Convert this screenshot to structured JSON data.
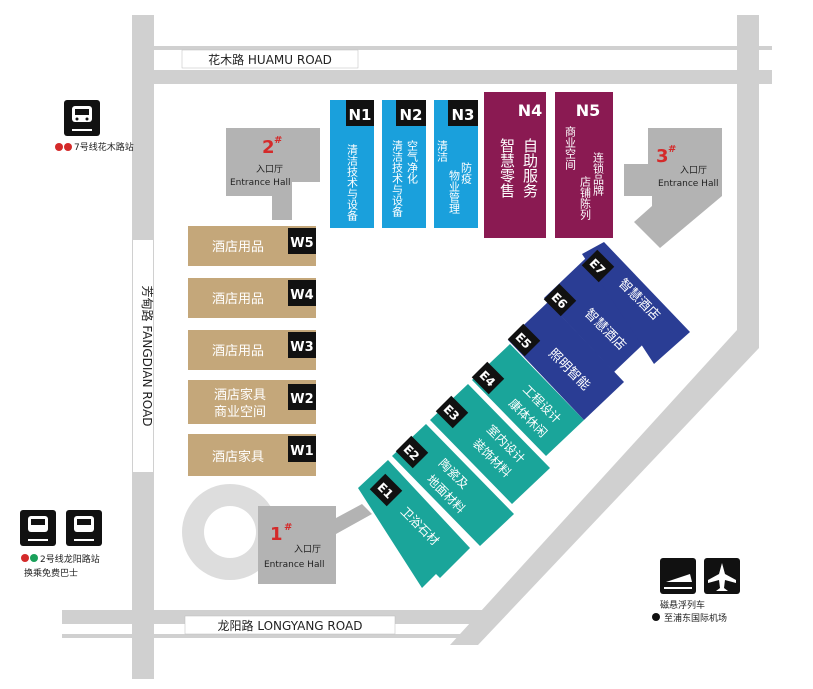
{
  "roads": {
    "north": "花木路  HUAMU ROAD",
    "south": "龙阳路  LONGYANG ROAD",
    "west": "芳甸路  FANGDIAN ROAD"
  },
  "entrances": [
    {
      "id": "1",
      "sup": "#",
      "cn": "入口厅",
      "en": "Entrance Hall"
    },
    {
      "id": "2",
      "sup": "#",
      "cn": "入口厅",
      "en": "Entrance Hall"
    },
    {
      "id": "3",
      "sup": "#",
      "cn": "入口厅",
      "en": "Entrance Hall"
    }
  ],
  "halls_north": [
    {
      "code": "N1",
      "lines": [
        "清洁技术与设备"
      ]
    },
    {
      "code": "N2",
      "lines": [
        "空气净化",
        "清洁技术与设备"
      ]
    },
    {
      "code": "N3",
      "lines": [
        "防疫",
        "物业管理",
        "清洁"
      ]
    },
    {
      "code": "N4",
      "lines": [
        "自助服务",
        "智慧零售"
      ]
    },
    {
      "code": "N5",
      "lines": [
        "连锁品牌",
        "店铺陈列",
        "商业空间"
      ]
    }
  ],
  "halls_west": [
    {
      "code": "W5",
      "lines": [
        "酒店用品"
      ]
    },
    {
      "code": "W4",
      "lines": [
        "酒店用品"
      ]
    },
    {
      "code": "W3",
      "lines": [
        "酒店用品"
      ]
    },
    {
      "code": "W2",
      "lines": [
        "酒店家具",
        "商业空间"
      ]
    },
    {
      "code": "W1",
      "lines": [
        "酒店家具"
      ]
    }
  ],
  "halls_east": [
    {
      "code": "E1",
      "lines": [
        "卫浴石材"
      ]
    },
    {
      "code": "E2",
      "lines": [
        "陶瓷及",
        "地面材料"
      ]
    },
    {
      "code": "E3",
      "lines": [
        "室内设计",
        "装饰材料"
      ]
    },
    {
      "code": "E4",
      "lines": [
        "工程设计",
        "康体休闲"
      ]
    },
    {
      "code": "E5",
      "lines": [
        "照明智能"
      ]
    },
    {
      "code": "E6",
      "lines": [
        "智慧酒店"
      ]
    },
    {
      "code": "E7",
      "lines": [
        "智慧酒店"
      ]
    }
  ],
  "transit": {
    "metro7": "7号线花木路站",
    "metro2": "2号线龙阳路站",
    "shuttle": "换乘免费巴士",
    "maglev": "磁悬浮列车",
    "airport": "至浦东国际机场"
  },
  "colors": {
    "north_blue": "#1aa0dc",
    "north_purple": "#8a1a52",
    "west_gold": "#c4a77a",
    "east_teal": "#1aa59a",
    "east_navy": "#2a3d94",
    "road_gray": "#d0d0d0",
    "entrance_gray": "#b3b3b3",
    "accent_red": "#d42a2a"
  }
}
